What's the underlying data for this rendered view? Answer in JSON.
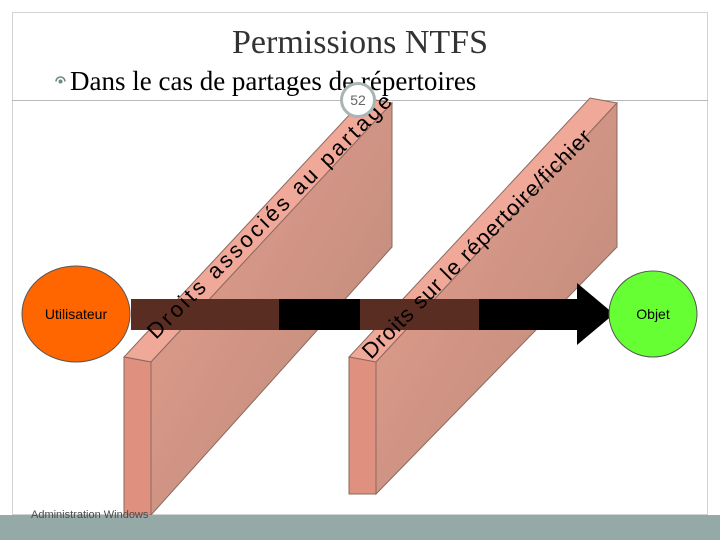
{
  "slide": {
    "title": "Permissions NTFS",
    "subtitle": "Dans le cas de partages de répertoires",
    "number": "52",
    "footer": "Administration Windows"
  },
  "diagram": {
    "user_label": "Utilisateur",
    "object_label": "Objet",
    "share_permissions_label": "Droits associés au partage",
    "ntfs_permissions_label": "Droits sur le répertoire/fichier"
  },
  "colors": {
    "user_fill": "#ff6600",
    "object_fill": "#66ff33",
    "wall_front": "#e0907f",
    "wall_side": "#c08c7c",
    "arrow_dark": "#5a2d22",
    "footer": "#95aaa6"
  }
}
